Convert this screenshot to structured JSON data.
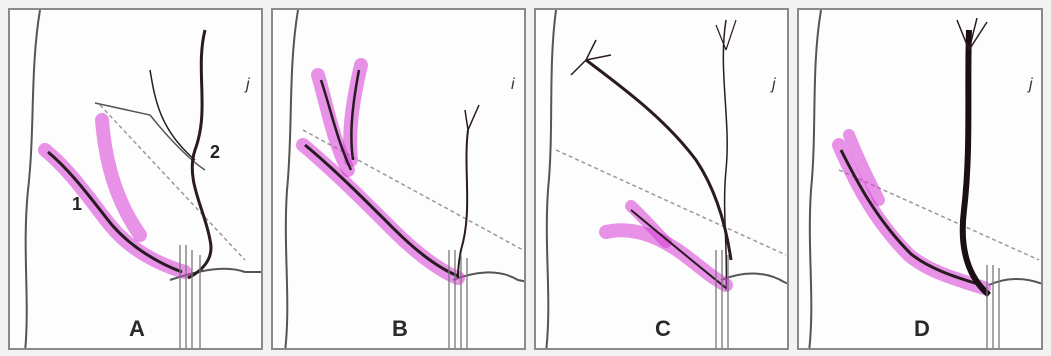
{
  "panels": [
    {
      "label": "A",
      "corner_mark": "j",
      "vessel_numbers": [
        "1",
        "2"
      ]
    },
    {
      "label": "B",
      "corner_mark": "i"
    },
    {
      "label": "C",
      "corner_mark": "j"
    },
    {
      "label": "D",
      "corner_mark": "j"
    }
  ],
  "colors": {
    "highlight": "#d63ad6",
    "vessel": "#2a1a22",
    "outline": "#555555",
    "dashed_line": "#9a9a9a"
  }
}
